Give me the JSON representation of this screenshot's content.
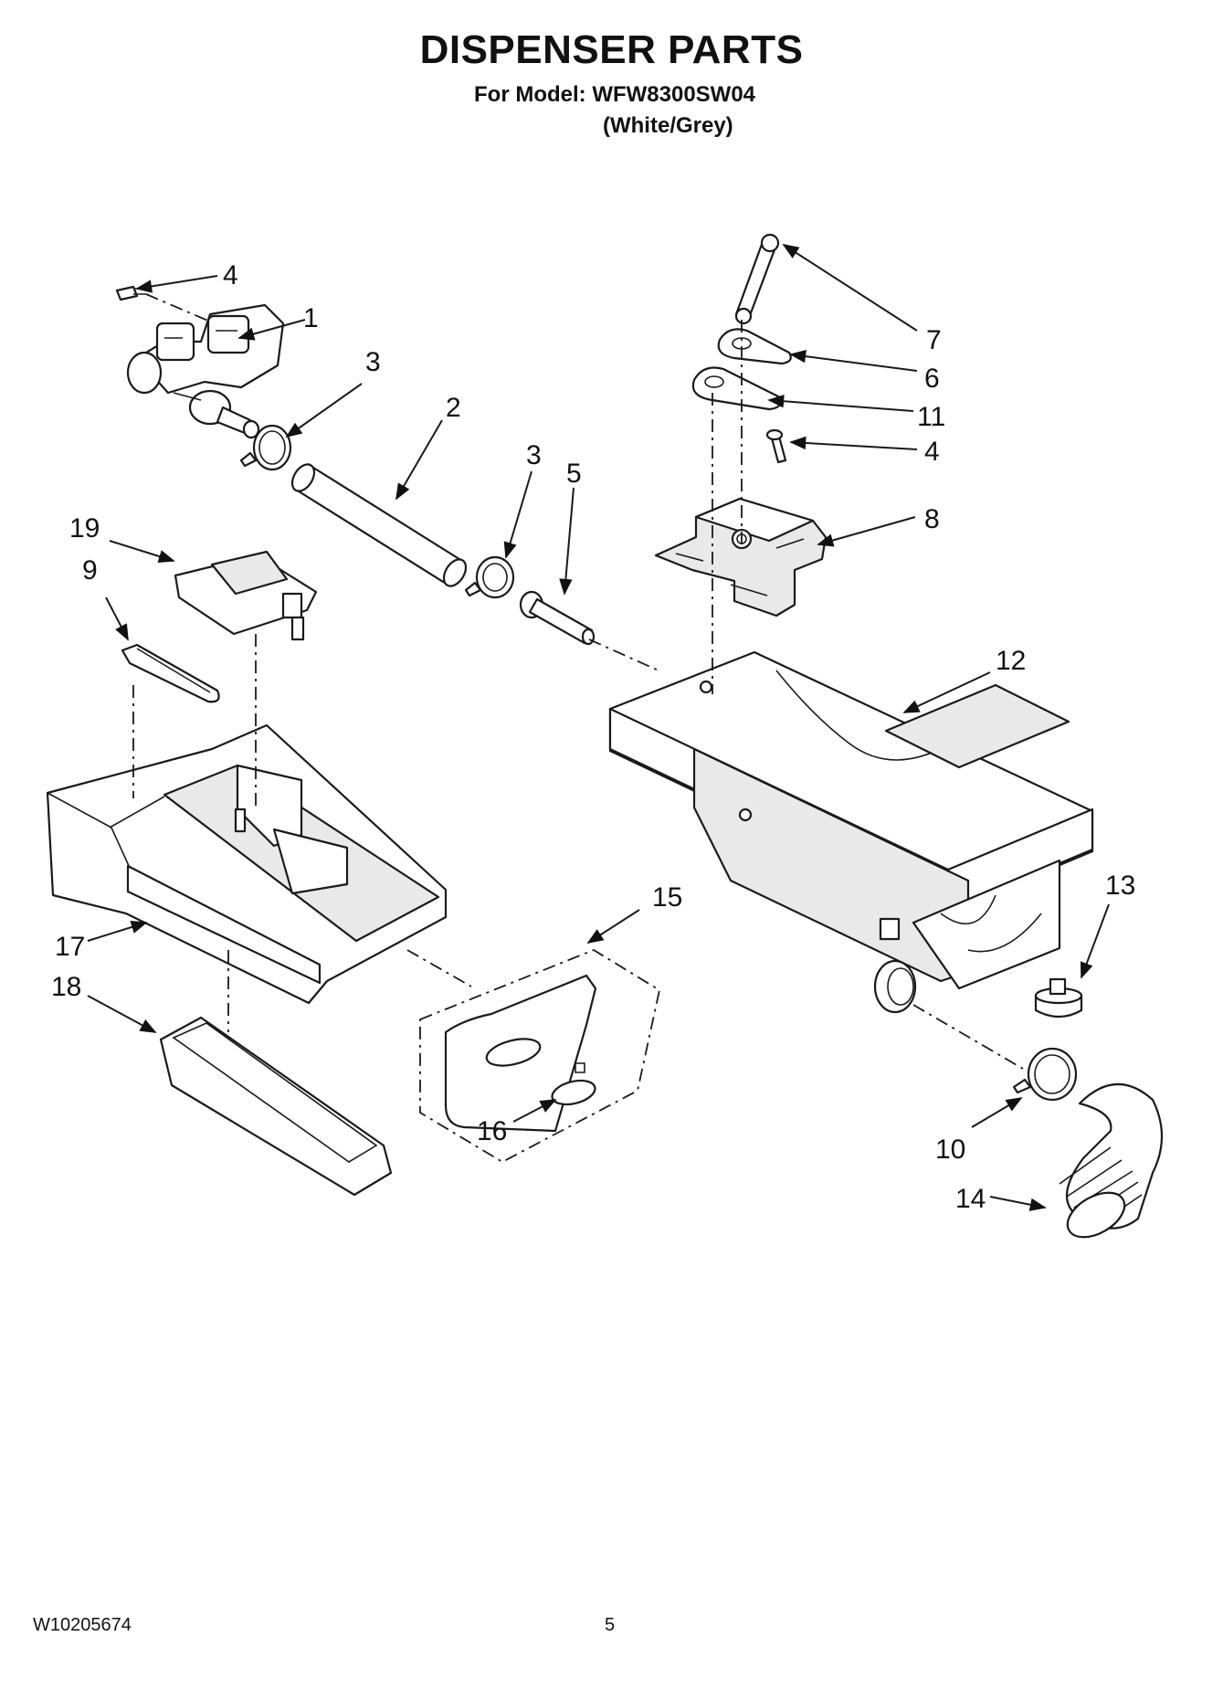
{
  "header": {
    "title": "DISPENSER PARTS",
    "model_line": "For Model: WFW8300SW04",
    "color_line": "(White/Grey)"
  },
  "footer": {
    "document_number": "W10205674",
    "page_number": "5"
  },
  "callouts": [
    {
      "id": "c4a",
      "label": "4"
    },
    {
      "id": "c1",
      "label": "1"
    },
    {
      "id": "c3a",
      "label": "3"
    },
    {
      "id": "c2",
      "label": "2"
    },
    {
      "id": "c3b",
      "label": "3"
    },
    {
      "id": "c5",
      "label": "5"
    },
    {
      "id": "c7",
      "label": "7"
    },
    {
      "id": "c6",
      "label": "6"
    },
    {
      "id": "c11",
      "label": "11"
    },
    {
      "id": "c4b",
      "label": "4"
    },
    {
      "id": "c8",
      "label": "8"
    },
    {
      "id": "c19",
      "label": "19"
    },
    {
      "id": "c9",
      "label": "9"
    },
    {
      "id": "c12",
      "label": "12"
    },
    {
      "id": "c15",
      "label": "15"
    },
    {
      "id": "c13",
      "label": "13"
    },
    {
      "id": "c17",
      "label": "17"
    },
    {
      "id": "c18",
      "label": "18"
    },
    {
      "id": "c16",
      "label": "16"
    },
    {
      "id": "c10",
      "label": "10"
    },
    {
      "id": "c14",
      "label": "14"
    }
  ]
}
